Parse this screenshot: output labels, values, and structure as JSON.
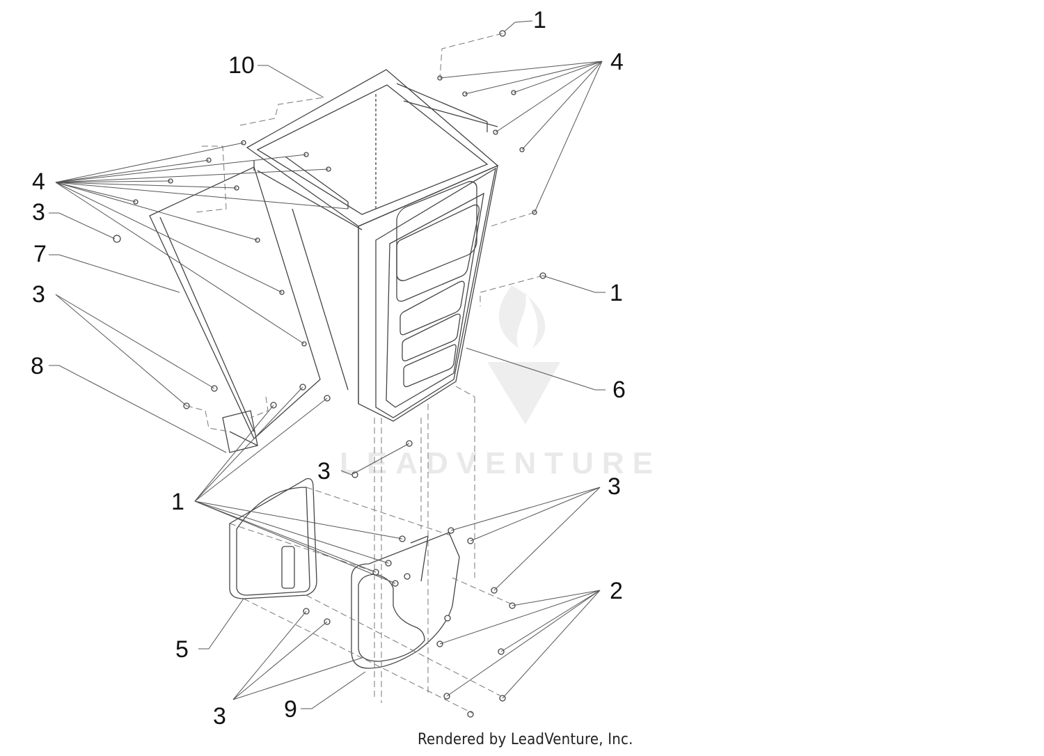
{
  "watermark": {
    "brand": "LEADVENTURE",
    "color": "#e6e6e6"
  },
  "footer": {
    "text": "Rendered by LeadVenture, Inc."
  },
  "callouts": [
    {
      "id": "c1-top",
      "label": "1"
    },
    {
      "id": "c4-topright",
      "label": "4"
    },
    {
      "id": "c10",
      "label": "10"
    },
    {
      "id": "c4-left",
      "label": "4"
    },
    {
      "id": "c3-a",
      "label": "3"
    },
    {
      "id": "c7",
      "label": "7"
    },
    {
      "id": "c3-b",
      "label": "3"
    },
    {
      "id": "c1-mid",
      "label": "1"
    },
    {
      "id": "c8",
      "label": "8"
    },
    {
      "id": "c6",
      "label": "6"
    },
    {
      "id": "c3-center",
      "label": "3"
    },
    {
      "id": "c1-low",
      "label": "1"
    },
    {
      "id": "c3-right",
      "label": "3"
    },
    {
      "id": "c2",
      "label": "2"
    },
    {
      "id": "c5",
      "label": "5"
    },
    {
      "id": "c3-bottom",
      "label": "3"
    },
    {
      "id": "c9",
      "label": "9"
    }
  ],
  "colors": {
    "line": "#444444",
    "dash": "#777777"
  }
}
